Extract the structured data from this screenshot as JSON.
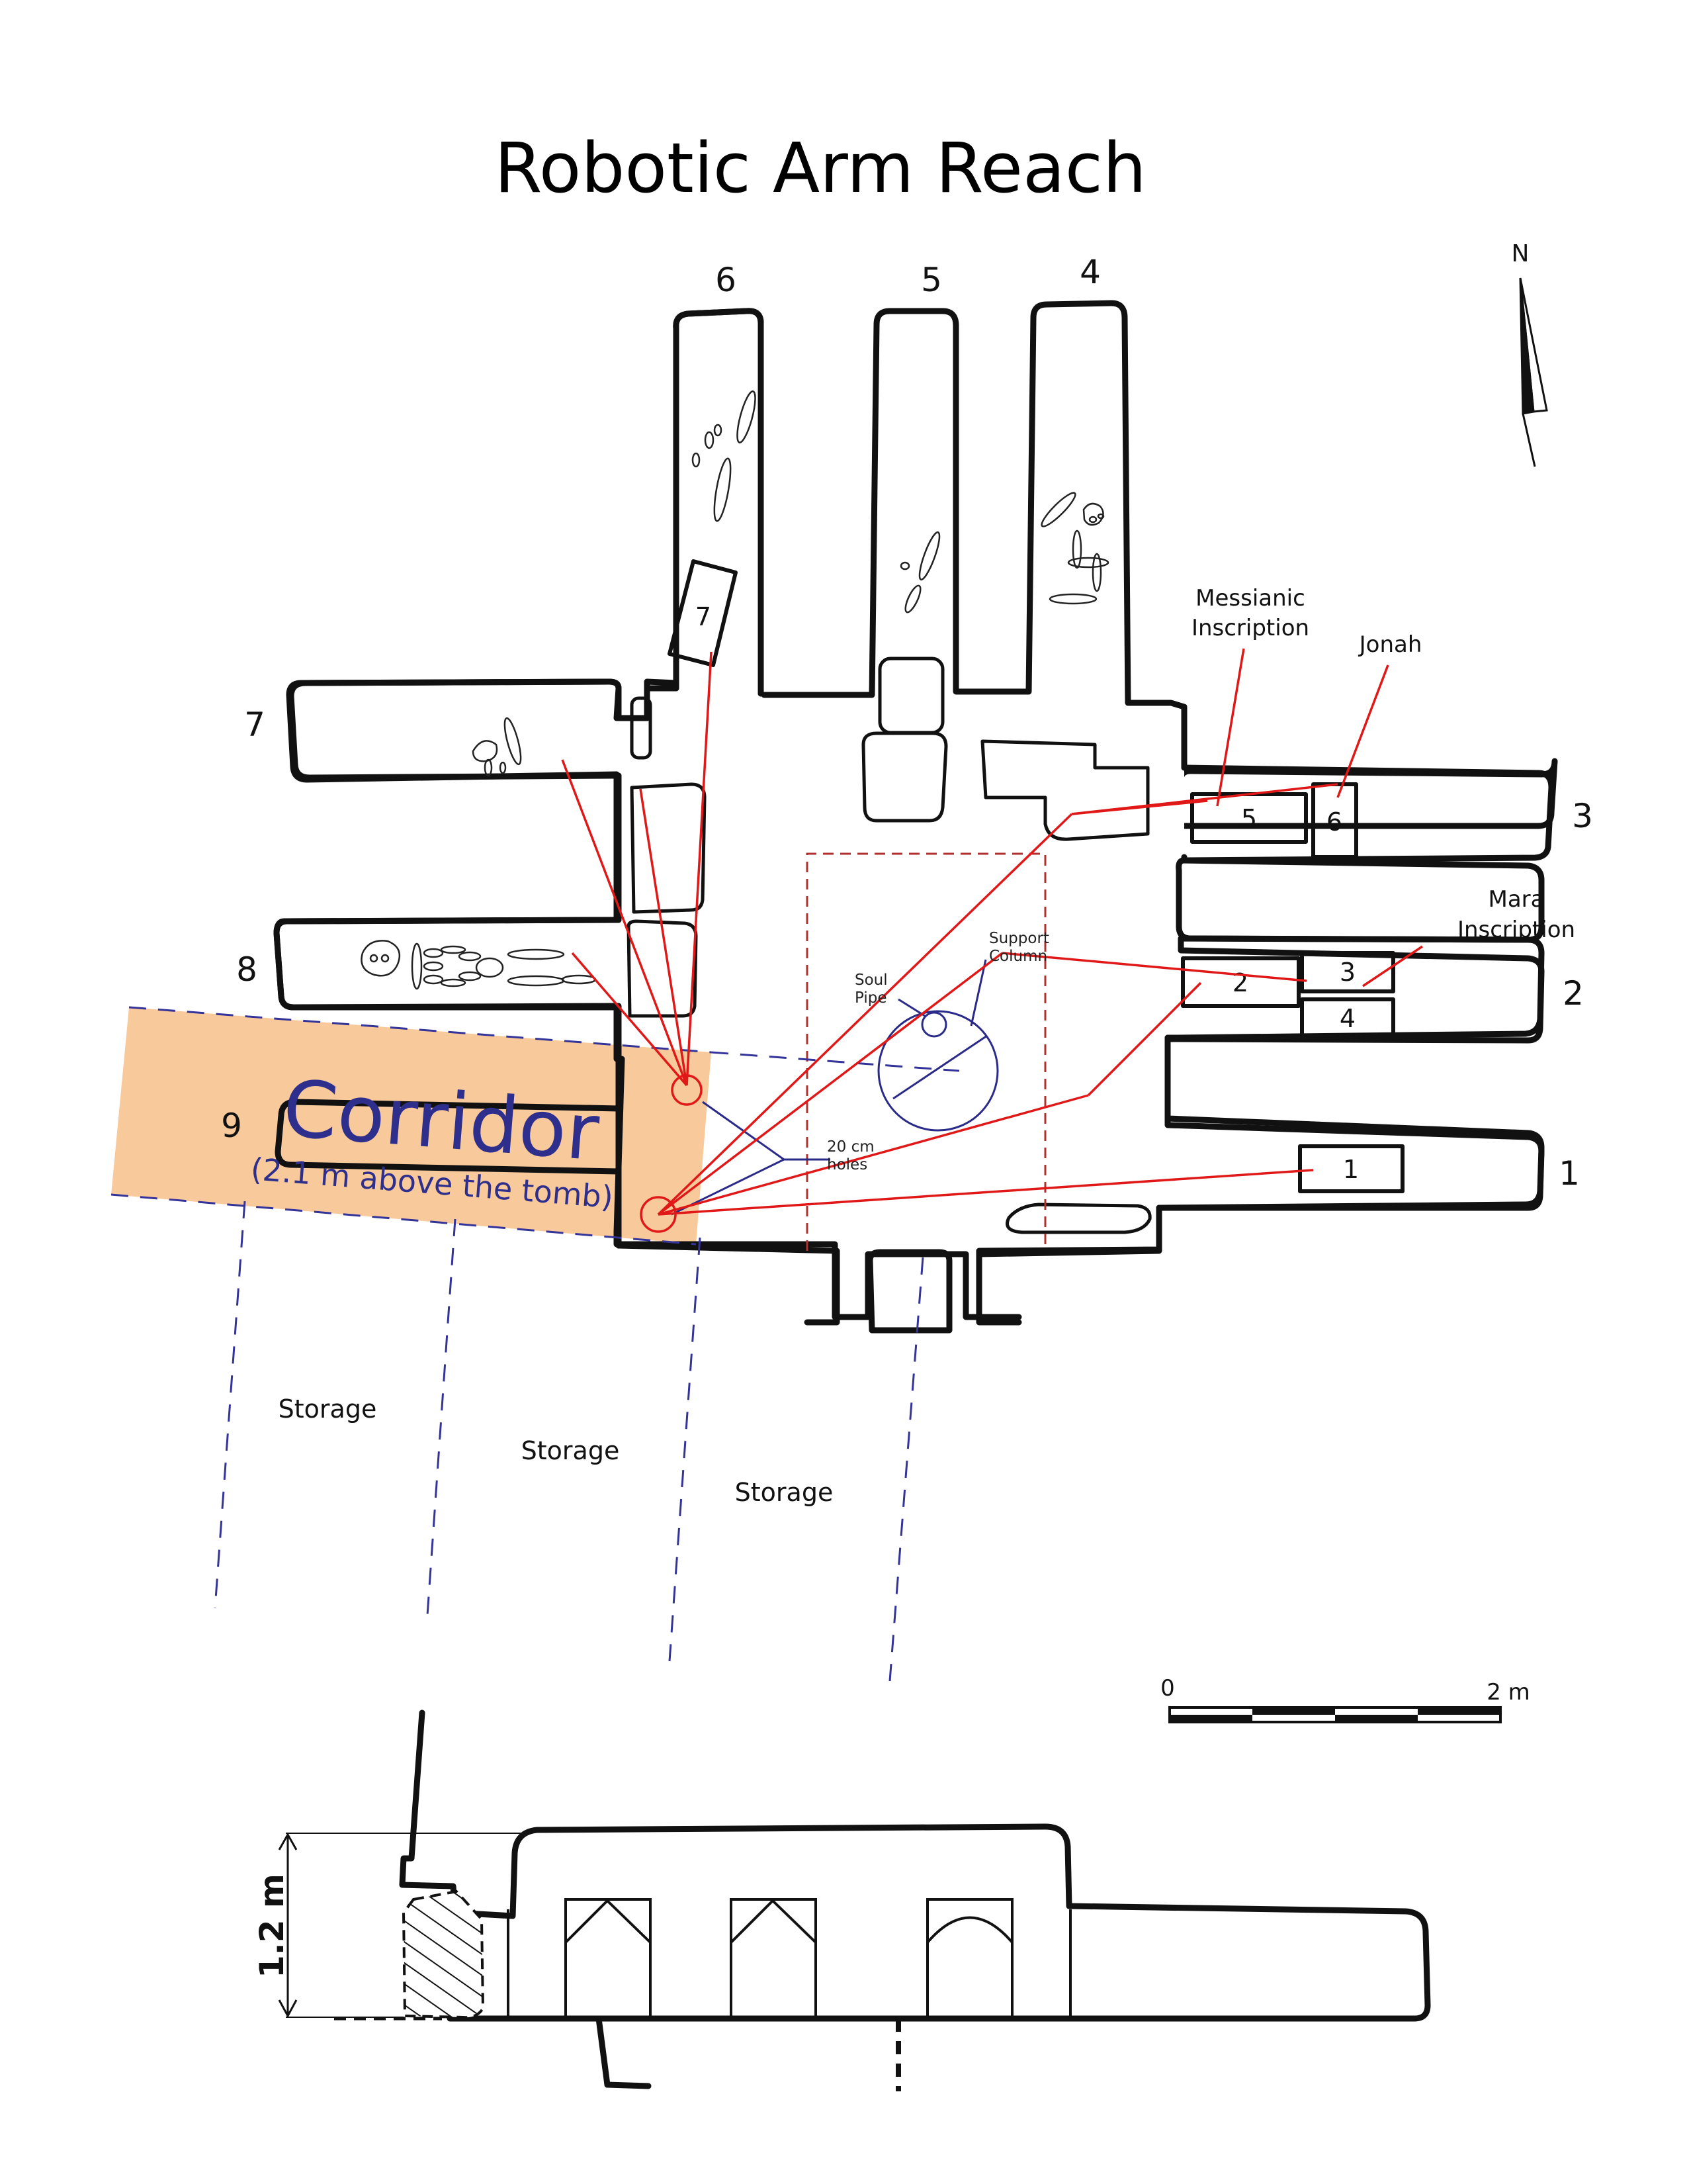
{
  "title": "Robotic Arm Reach",
  "compass": {
    "letter": "N"
  },
  "chambers": {
    "k1": "1",
    "k2": "2",
    "k3": "3",
    "k4": "4",
    "k5": "5",
    "k6": "6",
    "k7": "7",
    "k8": "8",
    "k9": "9"
  },
  "boxes": {
    "b1": "1",
    "b2": "2",
    "b3": "3",
    "b4": "4",
    "b5": "5",
    "b6": "6",
    "b7": "7"
  },
  "labels": {
    "messianic_line1": "Messianic",
    "messianic_line2": "Inscription",
    "jonah": "Jonah",
    "mara_line1": "Mara",
    "mara_line2": "Inscription",
    "support_line1": "Support",
    "support_line2": "Column",
    "soul_line1": "Soul",
    "soul_line2": "Pipe",
    "holes_line1": "20 cm",
    "holes_line2": "holes"
  },
  "corridor": {
    "title": "Corridor",
    "subtitle": "(2.1 m above the tomb)",
    "fill_color": "#f8c99a",
    "text_color": "#2e2e8c"
  },
  "storage": [
    "Storage",
    "Storage",
    "Storage"
  ],
  "scale": {
    "start": "0",
    "end": "2 m"
  },
  "section": {
    "height_label": "1.2 m"
  },
  "colors": {
    "reach_lines": "#e01818",
    "annotation_lines": "#2a2a8a"
  }
}
